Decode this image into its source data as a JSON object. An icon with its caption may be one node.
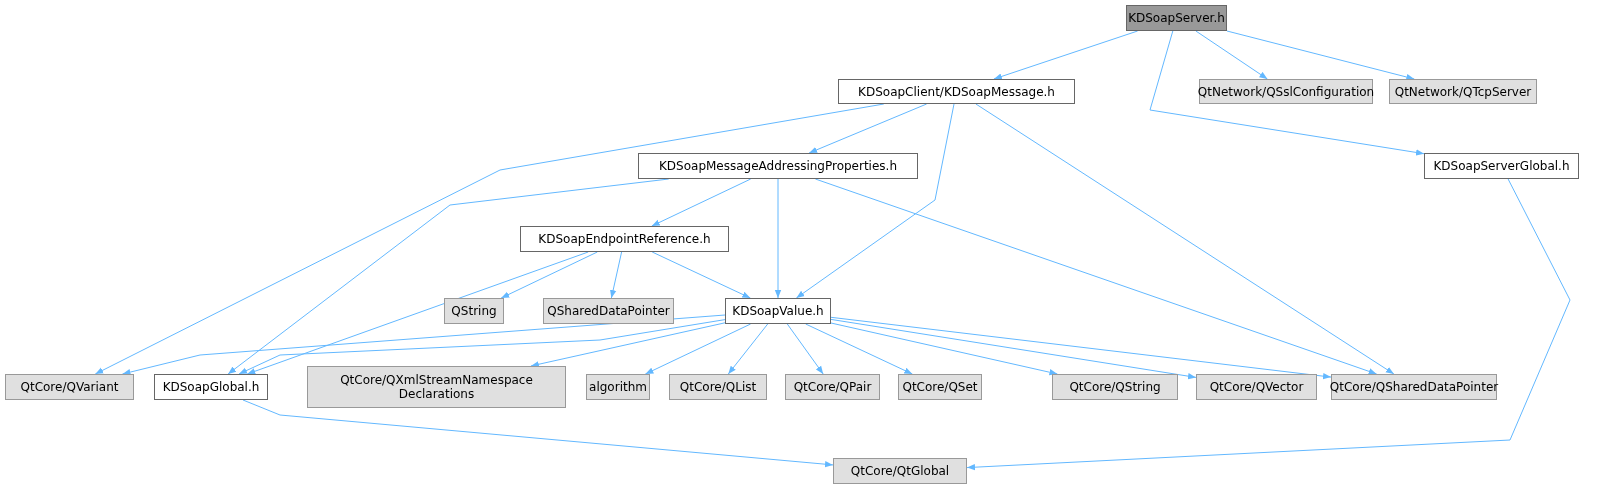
{
  "diagram": {
    "nodes": [
      {
        "text": [
          "KDSoapServer.h"
        ]
      },
      {
        "text": [
          "KDSoapClient/KDSoapMessage.h"
        ]
      },
      {
        "text": [
          "QtNetwork/QSslConfiguration"
        ]
      },
      {
        "text": [
          "QtNetwork/QTcpServer"
        ]
      },
      {
        "text": [
          "KDSoapMessageAddressingProperties.h"
        ]
      },
      {
        "text": [
          "KDSoapServerGlobal.h"
        ]
      },
      {
        "text": [
          "KDSoapEndpointReference.h"
        ]
      },
      {
        "text": [
          "QString"
        ]
      },
      {
        "text": [
          "QSharedDataPointer"
        ]
      },
      {
        "text": [
          "KDSoapValue.h"
        ]
      },
      {
        "text": [
          "QtCore/QVariant"
        ]
      },
      {
        "text": [
          "KDSoapGlobal.h"
        ]
      },
      {
        "text": [
          "QtCore/QXmlStreamNamespace Declarations"
        ]
      },
      {
        "text": [
          "algorithm"
        ]
      },
      {
        "text": [
          "QtCore/QList"
        ]
      },
      {
        "text": [
          "QtCore/QPair"
        ]
      },
      {
        "text": [
          "QtCore/QSet"
        ]
      },
      {
        "text": [
          "QtCore/QString"
        ]
      },
      {
        "text": [
          "QtCore/QVector"
        ]
      },
      {
        "text": [
          "QtCore/QSharedDataPointer"
        ]
      },
      {
        "text": [
          "QtCore/QtGlobal"
        ]
      }
    ],
    "edges": [
      {
        "from": 0,
        "to": 1,
        "arrow": "to"
      },
      {
        "from": 0,
        "to": 2,
        "arrow": "to"
      },
      {
        "from": 0,
        "to": 3,
        "arrow": "to"
      },
      {
        "from": 0,
        "to": 5,
        "arrow": "to"
      },
      {
        "from": 1,
        "to": 4,
        "arrow": "to"
      },
      {
        "from": 1,
        "to": 10,
        "arrow": "to"
      },
      {
        "from": 1,
        "to": 9,
        "arrow": "to"
      },
      {
        "from": 1,
        "to": 19,
        "arrow": "to"
      },
      {
        "from": 4,
        "to": 6,
        "arrow": "to"
      },
      {
        "from": 4,
        "to": 11,
        "arrow": "to"
      },
      {
        "from": 4,
        "to": 9,
        "arrow": "to"
      },
      {
        "from": 4,
        "to": 19,
        "arrow": "to"
      },
      {
        "from": 5,
        "to": 20,
        "arrow": "to"
      },
      {
        "from": 6,
        "to": 7,
        "arrow": "to"
      },
      {
        "from": 6,
        "to": 8,
        "arrow": "to"
      },
      {
        "from": 6,
        "to": 9,
        "arrow": "to"
      },
      {
        "from": 6,
        "to": 11,
        "arrow": "to"
      },
      {
        "from": 9,
        "to": 10,
        "arrow": "to"
      },
      {
        "from": 9,
        "to": 11,
        "arrow": "to"
      },
      {
        "from": 9,
        "to": 12,
        "arrow": "to"
      },
      {
        "from": 9,
        "to": 13,
        "arrow": "to"
      },
      {
        "from": 9,
        "to": 14,
        "arrow": "to"
      },
      {
        "from": 9,
        "to": 15,
        "arrow": "to"
      },
      {
        "from": 9,
        "to": 16,
        "arrow": "to"
      },
      {
        "from": 9,
        "to": 17,
        "arrow": "to"
      },
      {
        "from": 9,
        "to": 18,
        "arrow": "to"
      },
      {
        "from": 9,
        "to": 19,
        "arrow": "to"
      },
      {
        "from": 11,
        "to": 20,
        "arrow": "to"
      }
    ]
  }
}
